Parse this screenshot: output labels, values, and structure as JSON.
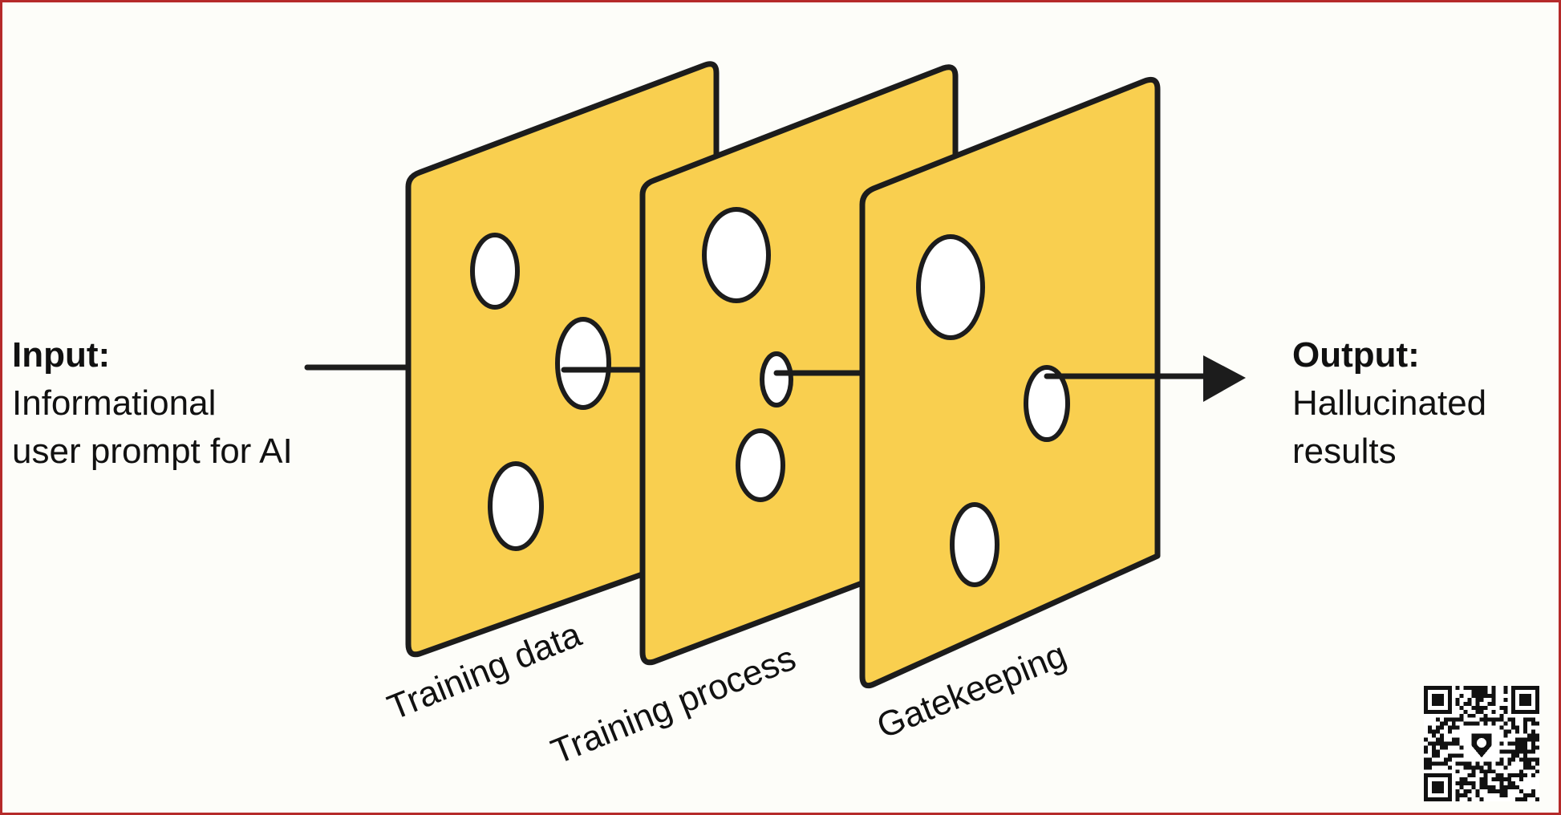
{
  "input": {
    "heading": "Input:",
    "lines": [
      "Informational",
      "user prompt for AI"
    ]
  },
  "output": {
    "heading": "Output:",
    "lines": [
      "Hallucinated",
      "results"
    ]
  },
  "slices": [
    {
      "label": "Training data"
    },
    {
      "label": "Training process"
    },
    {
      "label": "Gatekeeping"
    }
  ],
  "colors": {
    "slice": "#f9cf4f",
    "outline": "#1c1c1c",
    "frame": "#b52a2a"
  },
  "icons": {
    "arrow": "arrow-right-icon",
    "qr": "qr-code-icon"
  }
}
